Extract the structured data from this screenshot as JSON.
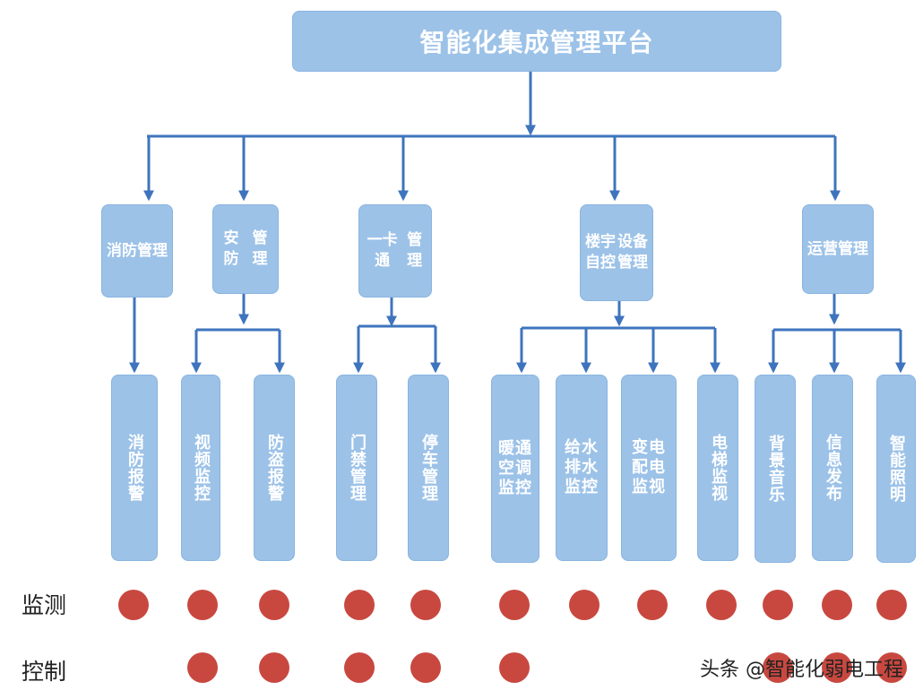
{
  "title": "智能化集成管理平台",
  "groups": [
    {
      "lines": [
        "消防",
        "管理"
      ]
    },
    {
      "lines": [
        "安防",
        "管理"
      ]
    },
    {
      "lines": [
        "一卡通",
        "管理"
      ]
    },
    {
      "lines": [
        "楼宇自控",
        "设备管理"
      ]
    },
    {
      "lines": [
        "运营",
        "管理"
      ]
    }
  ],
  "subsystems": [
    {
      "lines": [
        "消防报警"
      ]
    },
    {
      "lines": [
        "视频监控"
      ]
    },
    {
      "lines": [
        "防盗报警"
      ]
    },
    {
      "lines": [
        "门禁管理"
      ]
    },
    {
      "lines": [
        "停车管理"
      ]
    },
    {
      "lines": [
        "暖通",
        "空调",
        "监控"
      ]
    },
    {
      "lines": [
        "给水",
        "排水",
        "监控"
      ]
    },
    {
      "lines": [
        "变电",
        "配电",
        "监视"
      ]
    },
    {
      "lines": [
        "电梯监视"
      ]
    },
    {
      "lines": [
        "背景音乐"
      ]
    },
    {
      "lines": [
        "信息发布"
      ]
    },
    {
      "lines": [
        "智能照明"
      ]
    }
  ],
  "rows": {
    "monitor": {
      "label": "监测",
      "marks": [
        true,
        true,
        true,
        true,
        true,
        true,
        true,
        true,
        true,
        true,
        true,
        true
      ]
    },
    "control": {
      "label": "控制",
      "marks": [
        false,
        true,
        true,
        true,
        true,
        true,
        false,
        false,
        false,
        true,
        true,
        true
      ]
    }
  },
  "watermark": "头条 @智能化弱电工程",
  "colors": {
    "box": "#9cc2e8",
    "line": "#3e74bd",
    "dot": "#c84840"
  }
}
